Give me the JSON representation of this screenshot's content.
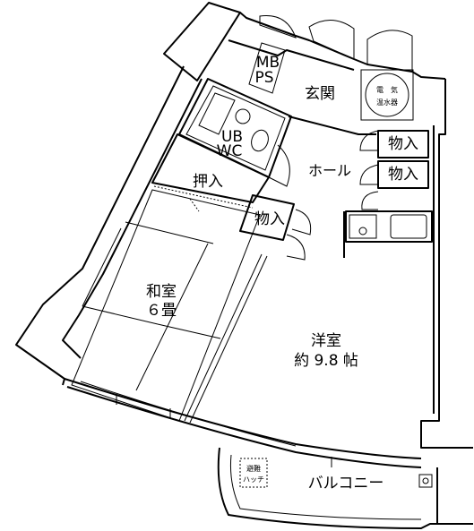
{
  "rooms": {
    "mbps_line1": "MB",
    "mbps_line2": "PS",
    "genkan": "玄関",
    "water_heater_line1": "電　気",
    "water_heater_line2": "温水器",
    "ub_line1": "UB",
    "ub_line2": "WC",
    "storage_1": "物入",
    "storage_2": "物入",
    "storage_3": "物入",
    "hall": "ホール",
    "oshiire": "押入",
    "washitsu_line1": "和室",
    "washitsu_line2": "６畳",
    "youshitsu_line1": "洋室",
    "youshitsu_line2": "約 9.8 帖",
    "hatch_line1": "避難",
    "hatch_line2": "ハッチ",
    "balcony": "バルコニー"
  }
}
